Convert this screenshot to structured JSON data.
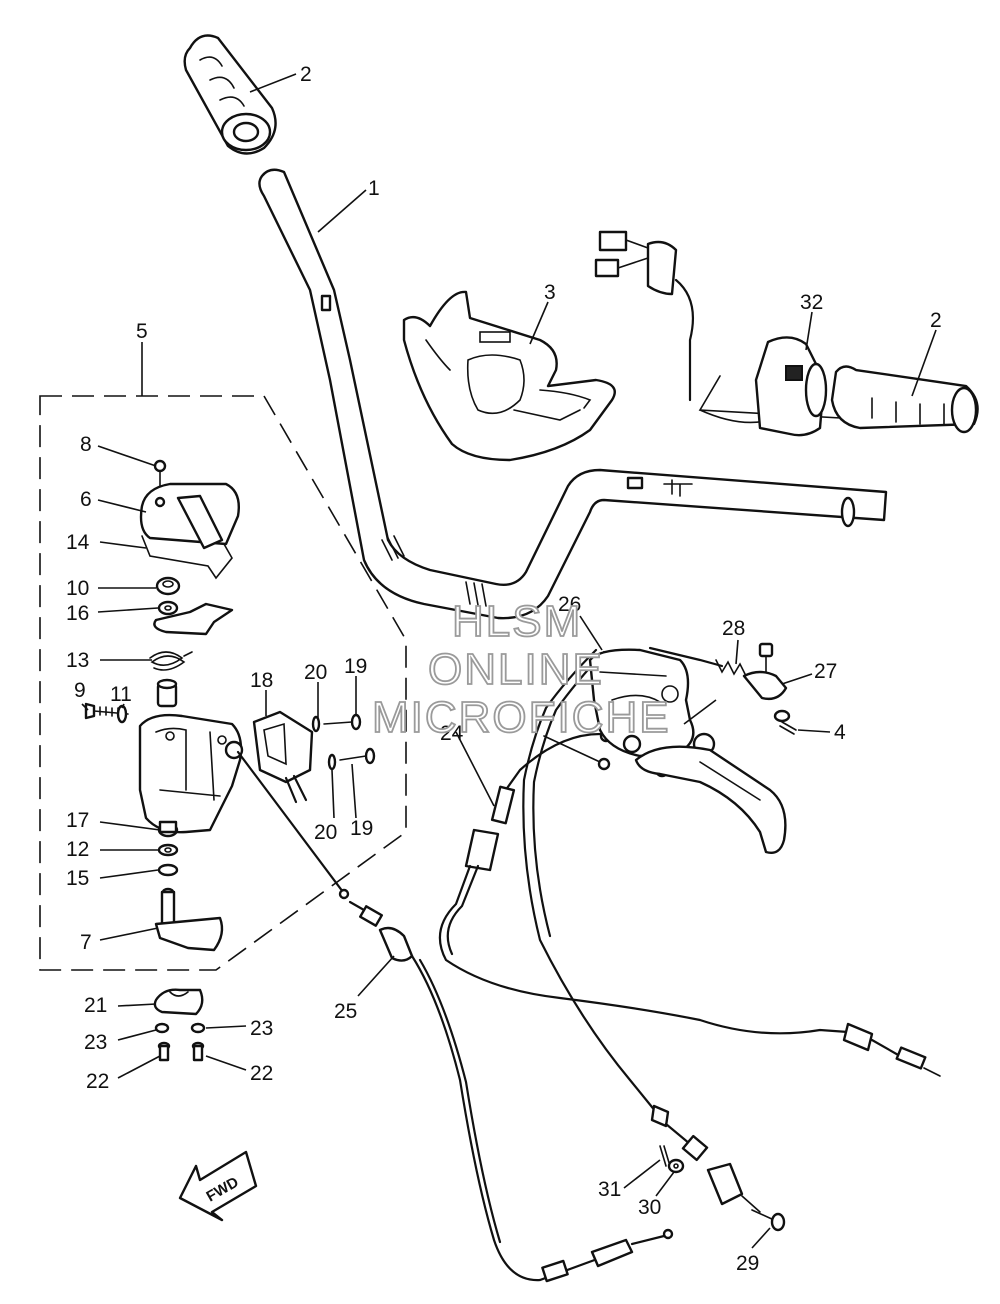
{
  "diagram": {
    "watermark": [
      "HLSM",
      "ONLINE",
      "MICROFICHE"
    ],
    "direction_label": "FWD",
    "callouts": [
      "1",
      "2",
      "2",
      "3",
      "4",
      "5",
      "6",
      "7",
      "8",
      "9",
      "10",
      "11",
      "12",
      "13",
      "14",
      "15",
      "16",
      "17",
      "18",
      "19",
      "19",
      "20",
      "20",
      "21",
      "22",
      "22",
      "23",
      "23",
      "24",
      "25",
      "26",
      "27",
      "28",
      "29",
      "30",
      "31",
      "32"
    ]
  }
}
